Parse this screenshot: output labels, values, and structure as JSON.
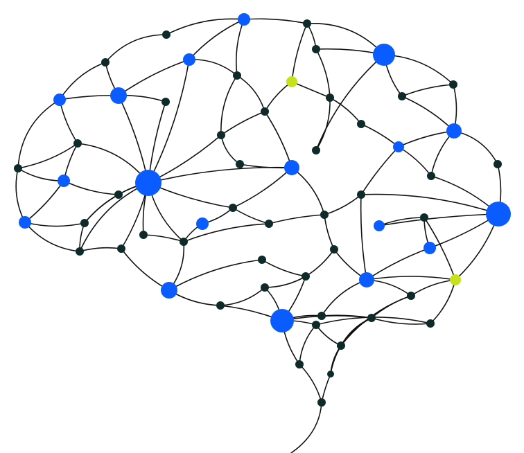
{
  "image": {
    "subject": "brain-network-illustration",
    "colors": {
      "background": "#ffffff",
      "line": "#111111",
      "node_dark": "#0f2a2a",
      "node_blue": "#0b5cff",
      "node_lime": "#c6e21a"
    },
    "node_kinds": [
      "dark",
      "blue",
      "lime"
    ]
  }
}
